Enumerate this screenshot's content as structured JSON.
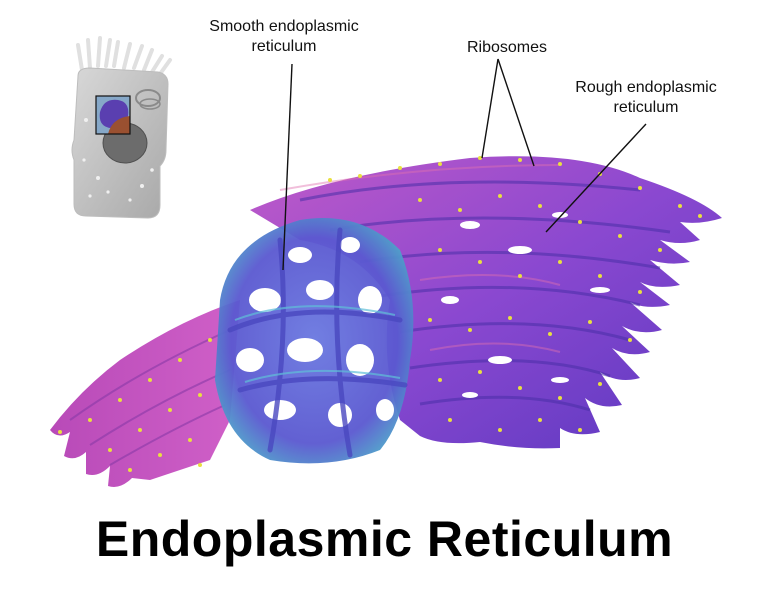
{
  "title": "Endoplasmic Reticulum",
  "labels": {
    "smooth_er": {
      "line1": "Smooth endoplasmic",
      "line2": "reticulum"
    },
    "ribosomes": {
      "line1": "Ribosomes"
    },
    "rough_er": {
      "line1": "Rough endoplasmic",
      "line2": "reticulum"
    }
  },
  "inset": {
    "description": "cell-overview-thumbnail",
    "highlight_color": "#5a3fb0"
  },
  "colors": {
    "rough_er_magenta": "#b050c8",
    "rough_er_purple": "#6a3fc8",
    "smooth_er_blue": "#5a68d8",
    "smooth_er_cyan": "#58b8d0",
    "ribosome_yellow": "#e8e040",
    "leader_line": "#111111",
    "background": "#ffffff"
  }
}
